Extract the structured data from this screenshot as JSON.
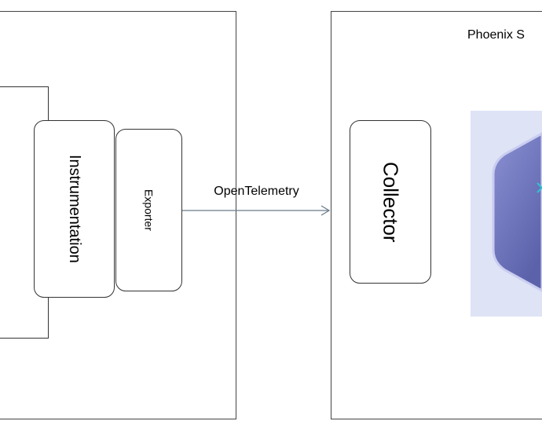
{
  "diagram": {
    "instrumentation_label": "Instrumentation",
    "exporter_label": "Exporter",
    "connection_label": "OpenTelemetry",
    "collector_label": "Collector",
    "server_label": "Phoenix S"
  },
  "colors": {
    "border": "#333333",
    "arrow": "#6b7c8a",
    "hexagon_fill": "#7b81c4",
    "hexagon_dark": "#5e64ad",
    "panel_bg": "#dfe3f6",
    "accent": "#2ec4d6"
  }
}
